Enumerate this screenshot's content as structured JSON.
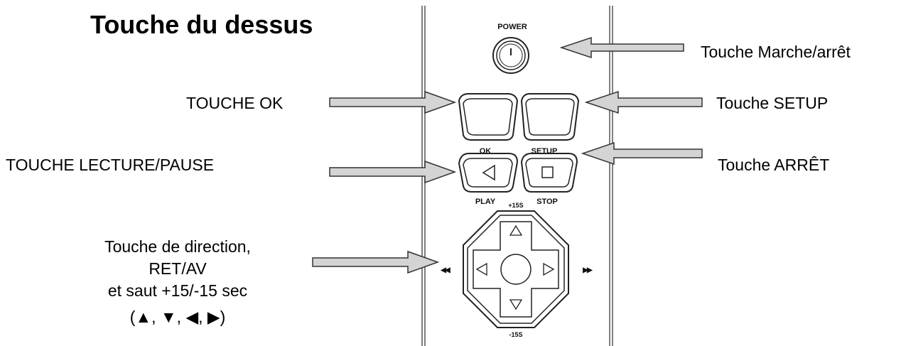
{
  "title": "Touche du dessus",
  "labels": {
    "power": "Touche Marche/arrêt",
    "ok": "TOUCHE OK",
    "setup": "Touche SETUP",
    "play_pause": "TOUCHE LECTURE/PAUSE",
    "stop": "Touche ARRÊT",
    "direction_line1": "Touche de direction,",
    "direction_line2": "RET/AV",
    "direction_line3": "et saut +15/-15 sec",
    "direction_line4": "(▲, ▼, ◀, ▶)"
  },
  "device": {
    "power_label": "POWER",
    "ok_label": "OK",
    "setup_label": "SETUP",
    "play_label": "PLAY",
    "stop_label": "STOP",
    "plus15_label": "+15S",
    "minus15_label": "-15S",
    "rewind_symbol": "◀◀",
    "forward_symbol": "▶▶"
  }
}
